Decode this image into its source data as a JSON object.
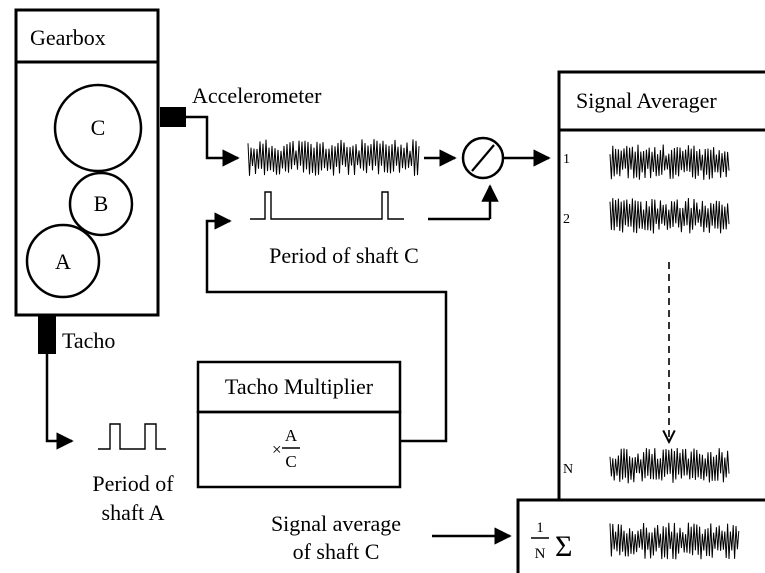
{
  "gearbox": {
    "title": "Gearbox",
    "gears": {
      "c": "C",
      "b": "B",
      "a": "A"
    }
  },
  "sensors": {
    "accelerometer": "Accelerometer",
    "tacho": "Tacho"
  },
  "signals": {
    "period_shaft_c": "Period of shaft C",
    "period_shaft_a_line1": "Period of",
    "period_shaft_a_line2": "shaft A",
    "signal_average_line1": "Signal average",
    "signal_average_line2": "of shaft C"
  },
  "tacho_multiplier": {
    "title": "Tacho Multiplier",
    "times": "×",
    "numerator": "A",
    "denominator": "C"
  },
  "signal_averager": {
    "title": "Signal Averager",
    "rows": [
      "1",
      "2",
      "N"
    ]
  },
  "result": {
    "numerator": "1",
    "denominator": "N",
    "sum_symbol": "Σ"
  },
  "divider_symbol": "⁄"
}
